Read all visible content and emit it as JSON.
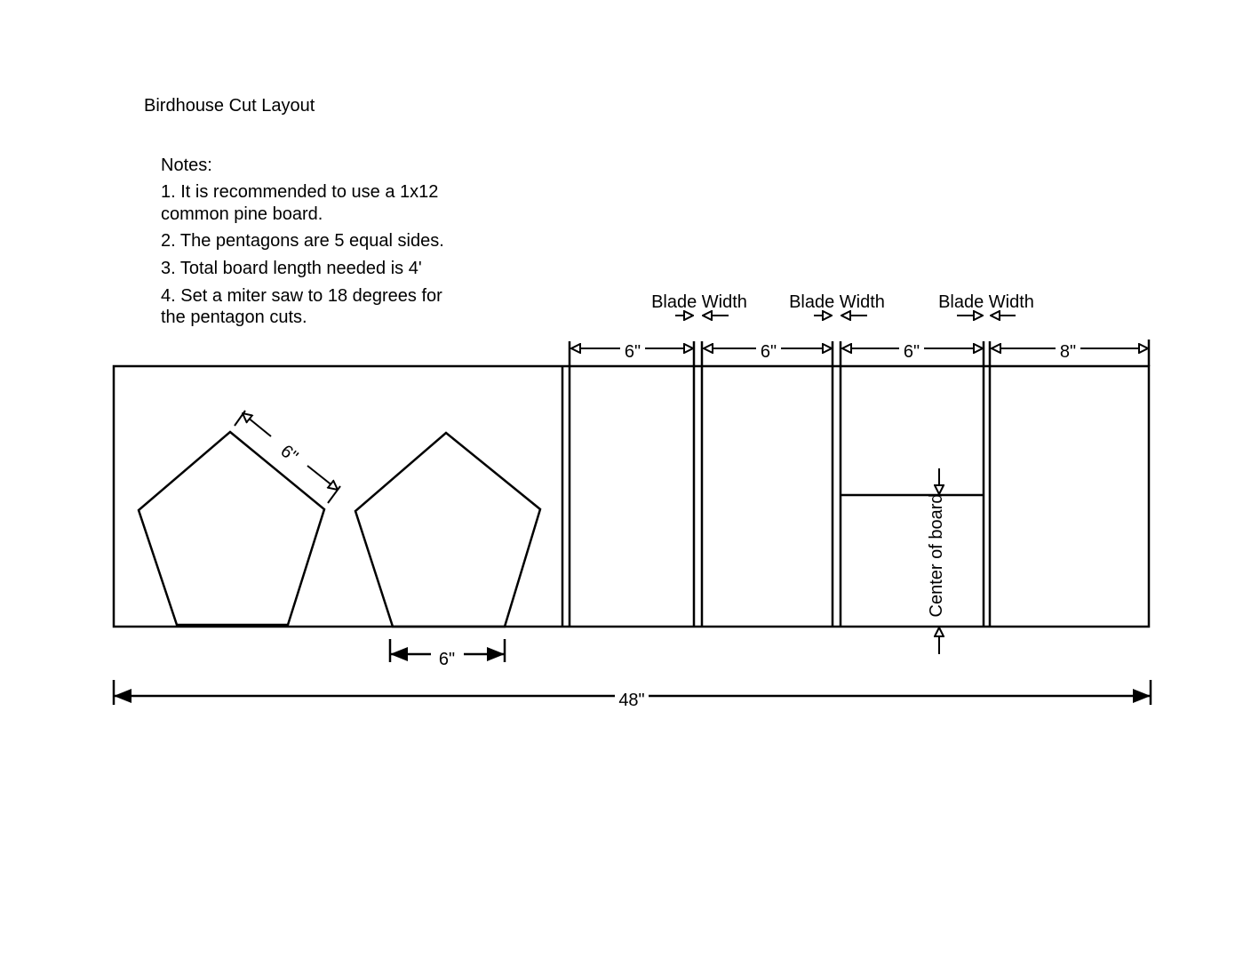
{
  "title": "Birdhouse Cut Layout",
  "notes": {
    "heading": "Notes:",
    "items": [
      [
        "1. It is recommended to use a 1x12",
        "common pine board."
      ],
      [
        "2. The pentagons are 5 equal sides."
      ],
      [
        "3. Total board length needed is 4'"
      ],
      [
        "4. Set a miter saw to 18 degrees for",
        "the pentagon cuts."
      ]
    ]
  },
  "dimensions": {
    "pentagon_side": "6\"",
    "pentagon_base": "6\"",
    "total_length": "48\"",
    "pieces": [
      "6\"",
      "6\"",
      "6\"",
      "8\""
    ],
    "blade_width_label": "Blade Width",
    "center_label": "Center of board"
  },
  "colors": {
    "line": "#000000",
    "background": "#ffffff"
  }
}
